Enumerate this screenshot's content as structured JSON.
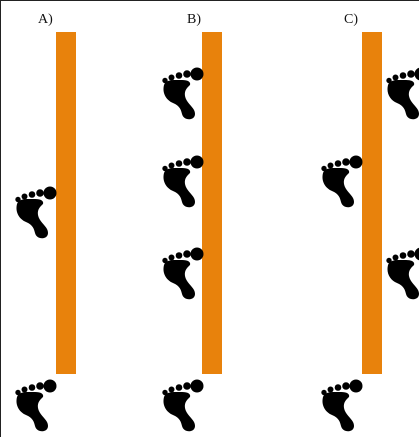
{
  "panels": [
    {
      "label": "A)"
    },
    {
      "label": "B)"
    },
    {
      "label": "C)"
    }
  ],
  "colors": {
    "bar": "#e8820c",
    "footprint": "#000000",
    "background": "#ffffff"
  },
  "icons": {
    "footprint": "footprint-icon"
  }
}
